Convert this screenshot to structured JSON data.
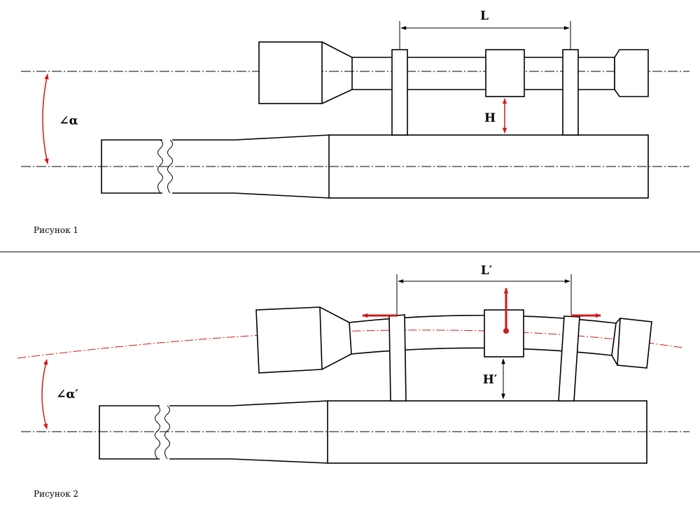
{
  "figure1": {
    "label_L": "L",
    "label_H": "H",
    "label_angle": "∠α",
    "caption": "Рисунок 1"
  },
  "figure2": {
    "label_L": "L′",
    "label_H": "H′",
    "label_angle": "∠α′",
    "caption": "Рисунок 2"
  },
  "colors": {
    "line": "#000000",
    "accent_red": "#d01818",
    "background": "#ffffff"
  }
}
